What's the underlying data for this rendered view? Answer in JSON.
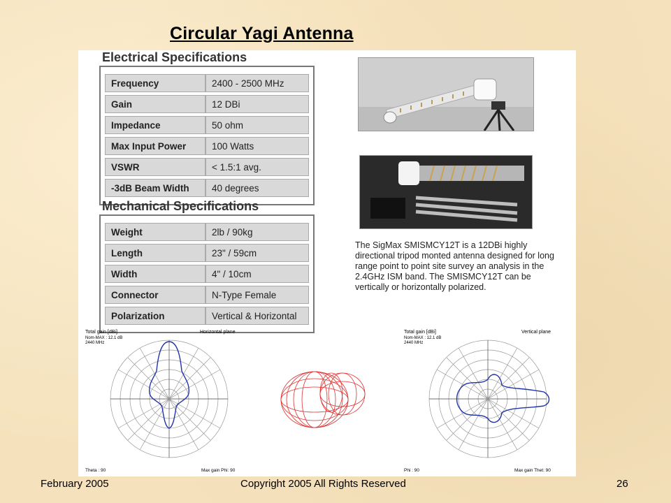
{
  "slide": {
    "title": "Circular Yagi Antenna",
    "footer_left": "February 2005",
    "footer_center": "Copyright 2005 All Rights Reserved",
    "footer_right": "26"
  },
  "electrical": {
    "heading": "Electrical Specifications",
    "rows": [
      {
        "key": "Frequency",
        "value": "2400 - 2500 MHz"
      },
      {
        "key": "Gain",
        "value": "12 DBi"
      },
      {
        "key": "Impedance",
        "value": "50 ohm"
      },
      {
        "key": "Max Input Power",
        "value": "100 Watts"
      },
      {
        "key": "VSWR",
        "value": "< 1.5:1 avg."
      },
      {
        "key": "-3dB Beam Width",
        "value": "40 degrees"
      }
    ]
  },
  "mechanical": {
    "heading": "Mechanical Specifications",
    "rows": [
      {
        "key": "Weight",
        "value": "2lb / 90kg"
      },
      {
        "key": "Length",
        "value": "23\" / 59cm"
      },
      {
        "key": "Width",
        "value": "4\" / 10cm"
      },
      {
        "key": "Connector",
        "value": "N-Type Female"
      },
      {
        "key": "Polarization",
        "value": "Vertical & Horizontal"
      }
    ]
  },
  "description": "The SigMax SMISMCY12T is a 12DBi highly directional tripod monted antenna designed for long range point to point site survey an analysis in the 2.4GHz ISM band. The SMISMCY12T can be vertically or horizontally polarized.",
  "polar_left": {
    "label_tl": "Total gain [dBi]",
    "label_tl2": "Nom-MAX : 12.1 dB",
    "label_tl3": "2440 MHz",
    "label_tr": "Horizontal plane",
    "label_bl": "Theta : 90",
    "label_br": "Max gain Phi: 90"
  },
  "polar_right": {
    "label_tl": "Total gain [dBi]",
    "label_tl2": "Nom-MAX : 12.1 dB",
    "label_tl3": "2440 MHz",
    "label_tr": "Vertical plane",
    "label_bl": "Phi : 90",
    "label_br": "Max gain Thet: 90"
  }
}
